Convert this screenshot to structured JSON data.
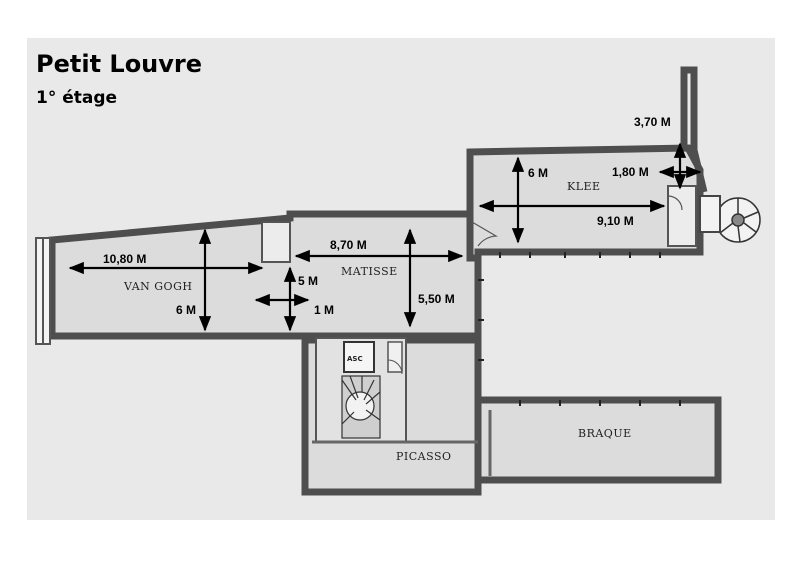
{
  "header": {
    "title": "Petit Louvre",
    "subtitle": "1° étage"
  },
  "rooms": {
    "van_gogh": "VAN GOGH",
    "matisse": "MATISSE",
    "klee": "KLEE",
    "picasso": "PICASSO",
    "braque": "BRAQUE",
    "asc": "ASC"
  },
  "dimensions": {
    "van_gogh_length": "10,80 M",
    "van_gogh_width": "6 M",
    "matisse_length": "8,70 M",
    "matisse_depth": "5,50 M",
    "pillar_height": "5 M",
    "pillar_width": "1 M",
    "klee_height": "6 M",
    "klee_length": "9,10 M",
    "corridor_length": "3,70 M",
    "corridor_width": "1,80 M"
  },
  "colors": {
    "paper": "#e9e9e9",
    "wall": "#5a5a5a",
    "floor": "#dddddd"
  }
}
